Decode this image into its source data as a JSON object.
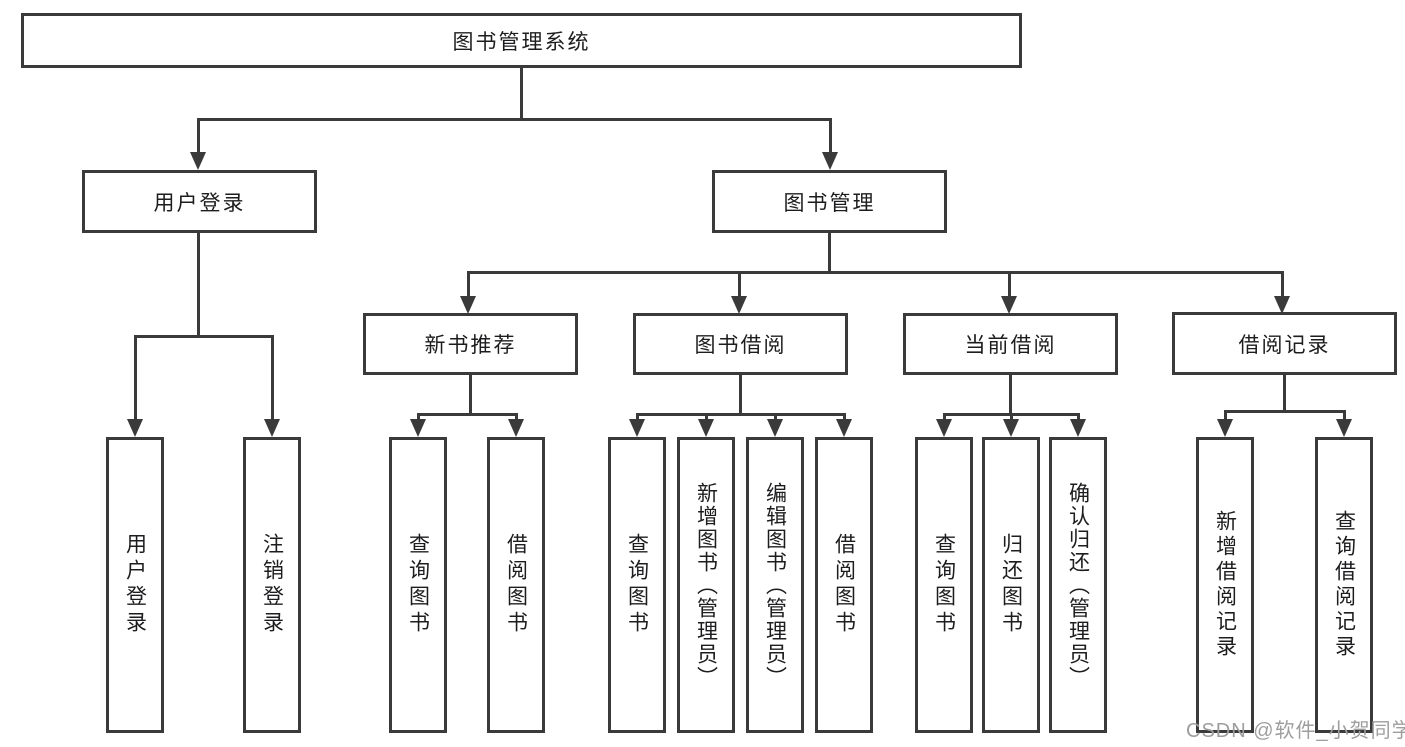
{
  "nodes": {
    "root": {
      "label": "图书管理系统"
    },
    "user_login": {
      "label": "用户登录"
    },
    "book_management": {
      "label": "图书管理"
    },
    "login": {
      "label": "用户登录"
    },
    "logout": {
      "label": "注销登录"
    },
    "new_book_recommend": {
      "label": "新书推荐"
    },
    "book_borrowing": {
      "label": "图书借阅"
    },
    "current_borrowing": {
      "label": "当前借阅"
    },
    "borrow_records": {
      "label": "借阅记录"
    },
    "nbr_query_books": {
      "label": "查询图书"
    },
    "nbr_borrow_books": {
      "label": "借阅图书"
    },
    "bb_query_books": {
      "label": "查询图书"
    },
    "bb_add_books": {
      "label": "新增图书（管理员）"
    },
    "bb_edit_books": {
      "label": "编辑图书（管理员）"
    },
    "bb_borrow_books": {
      "label": "借阅图书"
    },
    "cb_query_books": {
      "label": "查询图书"
    },
    "cb_return_books": {
      "label": "归还图书"
    },
    "cb_confirm_return": {
      "label": "确认归还（管理员）"
    },
    "br_add_record": {
      "label": "新增借阅记录"
    },
    "br_query_record": {
      "label": "查询借阅记录"
    }
  },
  "hierarchy": {
    "图书管理系统": {
      "用户登录": [
        "用户登录",
        "注销登录"
      ],
      "图书管理": {
        "新书推荐": [
          "查询图书",
          "借阅图书"
        ],
        "图书借阅": [
          "查询图书",
          "新增图书（管理员）",
          "编辑图书（管理员）",
          "借阅图书"
        ],
        "当前借阅": [
          "查询图书",
          "归还图书",
          "确认归还（管理员）"
        ],
        "借阅记录": [
          "新增借阅记录",
          "查询借阅记录"
        ]
      }
    }
  },
  "watermark": {
    "text": "CSDN @软件_小贺同学"
  },
  "colors": {
    "line": "#3a3a3a",
    "box_border": "#3a3a3a",
    "text": "#1d1d1f",
    "watermark": "#9e9e9e",
    "background": "#ffffff"
  }
}
